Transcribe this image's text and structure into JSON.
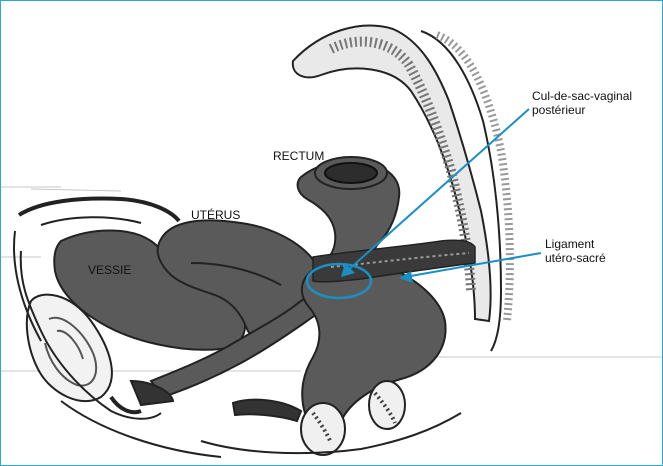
{
  "labels": {
    "rectum": "RECTUM",
    "uterus": "UTÉRUS",
    "vessie": "VESSIE",
    "cul_de_sac_line1": "Cul-de-sac-vaginal",
    "cul_de_sac_line2": "postérieur",
    "ligament_line1": "Ligament",
    "ligament_line2": "utéro-sacré"
  },
  "colors": {
    "frame_border": "#2aa9d2",
    "annotation_blue": "#1a8fc4",
    "organ_fill": "#555555",
    "outline": "#222222"
  }
}
